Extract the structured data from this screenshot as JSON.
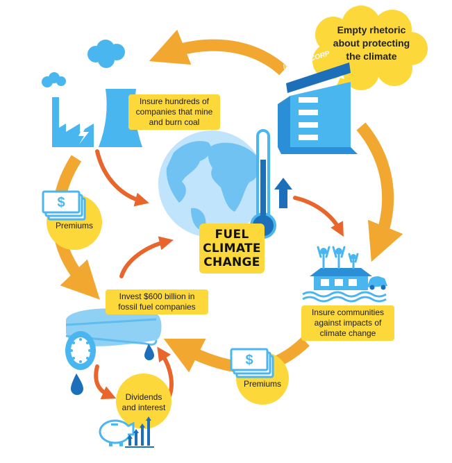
{
  "speech_bubble": {
    "lines": [
      "Empty rhetoric",
      "about protecting",
      "the climate"
    ]
  },
  "insurer": {
    "sign_text": "INSURE CORP"
  },
  "labels": {
    "insure_coal": [
      "Insure hundreds of",
      "companies that mine",
      "and burn coal"
    ],
    "insure_communities": [
      "Insure communities",
      "against impacts of",
      "climate change"
    ],
    "invest": [
      "Invest $600 billion in",
      "fossil fuel companies"
    ],
    "premiums_left": "Premiums",
    "premiums_bottom": "Premiums",
    "dividends": [
      "Dividends",
      "and interest"
    ],
    "center": [
      "FUEL",
      "CLIMATE",
      "CHANGE"
    ]
  },
  "colors": {
    "orange_arrow": "#f2a830",
    "red_arrow": "#e8652b",
    "yellow": "#fcd83a",
    "blue": "#49b6f0",
    "light_blue": "#8fd0f5",
    "navy": "#1e4b8f",
    "dark_blue": "#1c6fb8"
  },
  "icons": [
    "factory-icon",
    "insurance-building-icon",
    "speech-cloud-icon",
    "globe-icon",
    "thermometer-icon",
    "up-arrow-icon",
    "money-bills-icon",
    "flooded-house-icon",
    "car-icon",
    "pipeline-icon",
    "oil-drop-icon",
    "piggy-bank-icon",
    "growth-chart-icon"
  ]
}
